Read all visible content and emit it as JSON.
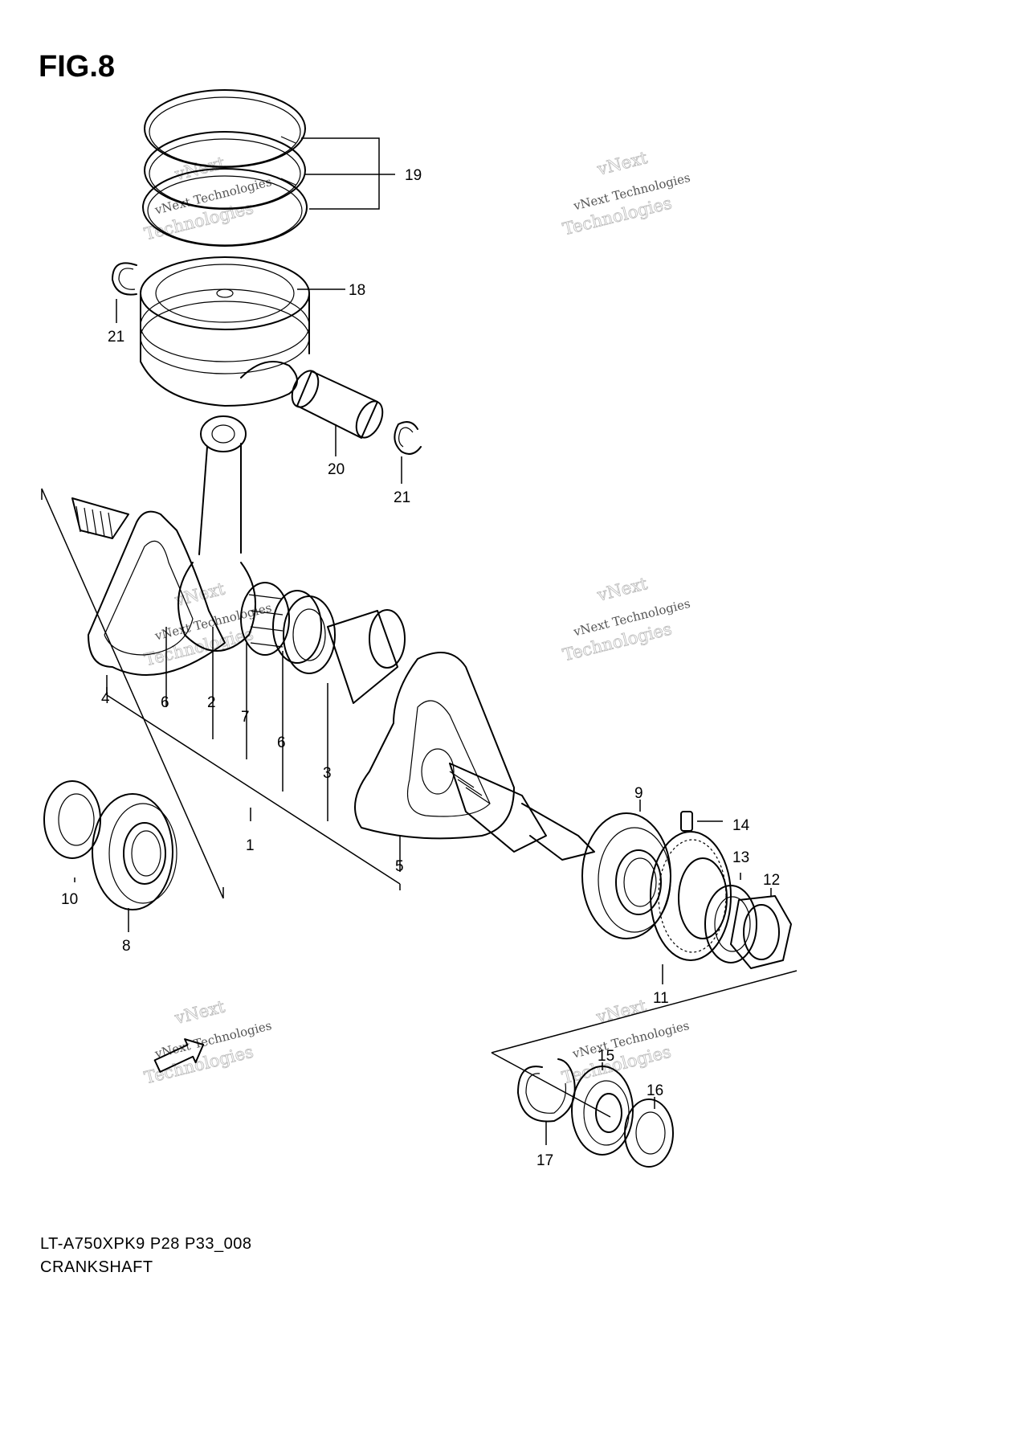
{
  "figure": {
    "title": "FIG.8",
    "model_code": "LT-A750XPK9 P28 P33_008",
    "name": "CRANKSHAFT"
  },
  "watermark": {
    "line1": "vNext Technologies",
    "line2": "vNext",
    "line3": "Technologies"
  },
  "callouts": [
    {
      "id": "c19",
      "label": "19"
    },
    {
      "id": "c18",
      "label": "18"
    },
    {
      "id": "c21a",
      "label": "21"
    },
    {
      "id": "c20",
      "label": "20"
    },
    {
      "id": "c21b",
      "label": "21"
    },
    {
      "id": "c4",
      "label": "4"
    },
    {
      "id": "c6a",
      "label": "6"
    },
    {
      "id": "c2",
      "label": "2"
    },
    {
      "id": "c7",
      "label": "7"
    },
    {
      "id": "c6b",
      "label": "6"
    },
    {
      "id": "c3",
      "label": "3"
    },
    {
      "id": "c1",
      "label": "1"
    },
    {
      "id": "c5",
      "label": "5"
    },
    {
      "id": "c10",
      "label": "10"
    },
    {
      "id": "c8",
      "label": "8"
    },
    {
      "id": "c9",
      "label": "9"
    },
    {
      "id": "c14",
      "label": "14"
    },
    {
      "id": "c13",
      "label": "13"
    },
    {
      "id": "c12",
      "label": "12"
    },
    {
      "id": "c11",
      "label": "11"
    },
    {
      "id": "c15",
      "label": "15"
    },
    {
      "id": "c16",
      "label": "16"
    },
    {
      "id": "c17",
      "label": "17"
    }
  ],
  "fwd_icon": "fwd-arrow-icon"
}
